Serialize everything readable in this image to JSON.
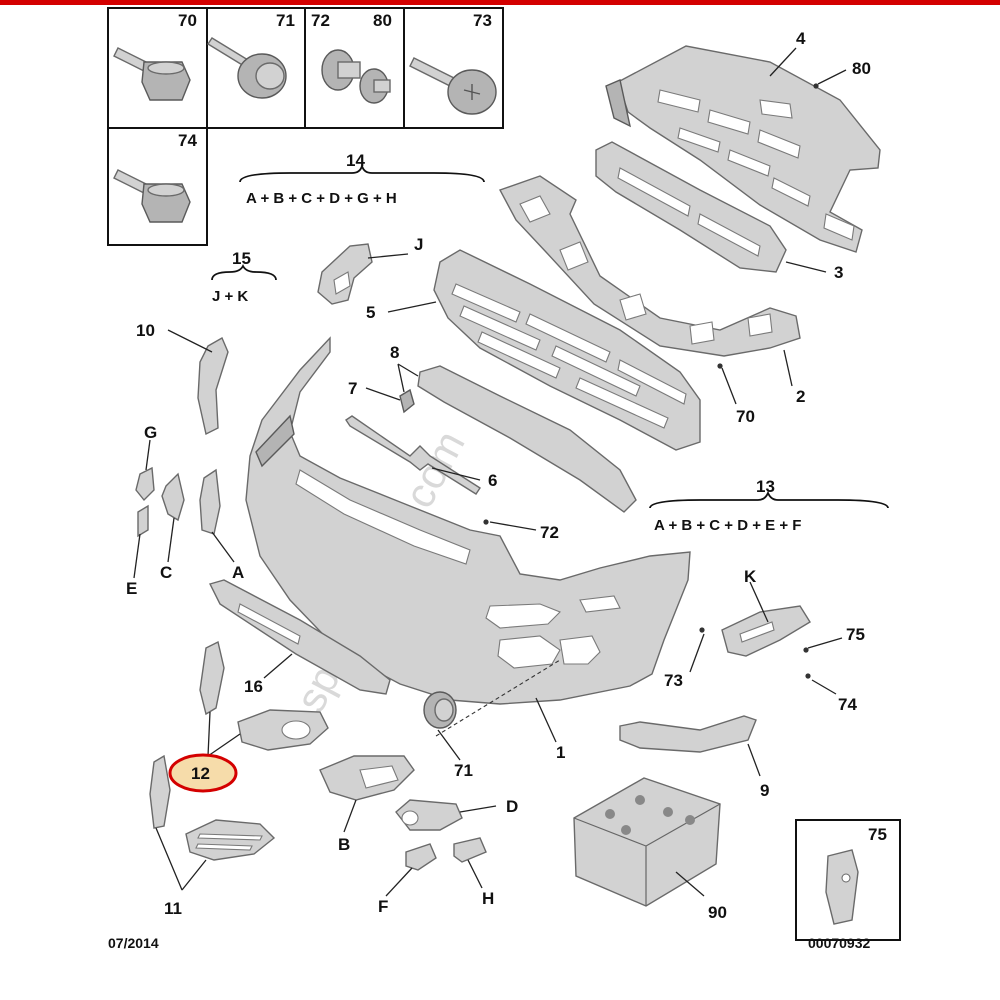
{
  "diagram": {
    "date_code": "07/2014",
    "doc_number": "00070932",
    "watermark": "sparesparts.com",
    "accent_color": "#d40000",
    "highlight_fill": "#f6dcaa",
    "fastener_box": {
      "cell_labels": [
        "70",
        "71",
        "72",
        "80",
        "73",
        "74"
      ]
    },
    "corner_box_label": "75",
    "highlighted_callout": "12",
    "kits": [
      {
        "number": "14",
        "formula": "A + B + C + D + G + H"
      },
      {
        "number": "15",
        "formula": "J + K"
      },
      {
        "number": "13",
        "formula": "A + B + C + D + E + F"
      }
    ],
    "callouts": {
      "c4": "4",
      "c80": "80",
      "cJ": "J",
      "c3": "3",
      "c5": "5",
      "c10": "10",
      "c8": "8",
      "c7": "7",
      "c70": "70",
      "c2": "2",
      "cG": "G",
      "c6": "6",
      "c72": "72",
      "cE": "E",
      "cC": "C",
      "cA": "A",
      "cK": "K",
      "c75": "75",
      "c16": "16",
      "c73": "73",
      "c74": "74",
      "c1": "1",
      "c71": "71",
      "c9": "9",
      "cD": "D",
      "cB": "B",
      "c11": "11",
      "cF": "F",
      "cH": "H",
      "c90": "90"
    }
  }
}
